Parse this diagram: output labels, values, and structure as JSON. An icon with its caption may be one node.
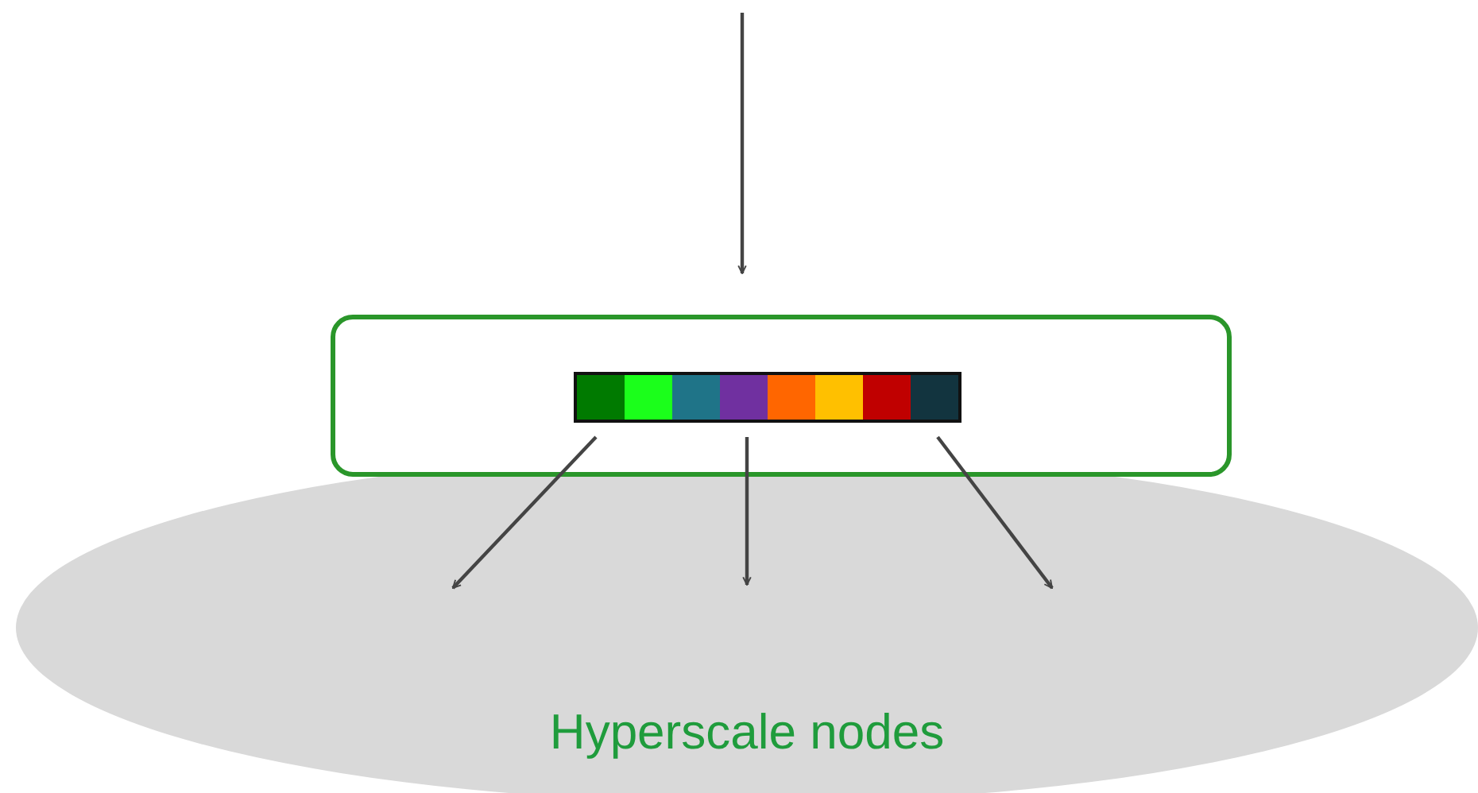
{
  "diagram": {
    "nodes": [
      {
        "text": [
          "Hyperscale nodes"
        ]
      },
      {
        "text": [],
        "shape": "box"
      },
      {
        "text": [],
        "shape": "bar",
        "in": 1
      }
    ],
    "edges": [
      {
        "from": null,
        "to": 1,
        "arrow": "to"
      },
      {
        "from": 2,
        "to": 0,
        "arrow": "to"
      },
      {
        "from": 2,
        "to": 0,
        "arrow": "to"
      },
      {
        "from": 2,
        "to": 0,
        "arrow": "to"
      }
    ]
  }
}
